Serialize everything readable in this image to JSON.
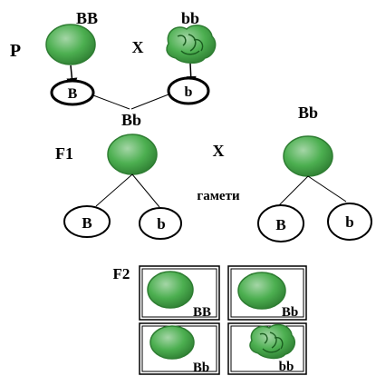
{
  "parents": {
    "generation_label": "P",
    "cross_symbol": "X",
    "left_genotype": "BB",
    "right_genotype": "bb"
  },
  "parent_gametes": {
    "left": "B",
    "right": "b"
  },
  "f1": {
    "generation_label": "F1",
    "cross_symbol": "X",
    "left_genotype": "Bb",
    "right_genotype": "Bb",
    "gametes_caption": "гамети"
  },
  "f1_gametes": {
    "left_1": "B",
    "left_2": "b",
    "right_1": "B",
    "right_2": "b"
  },
  "f2": {
    "generation_label": "F2",
    "cells": [
      {
        "genotype": "BB",
        "seed": "smooth"
      },
      {
        "genotype": "Bb",
        "seed": "smooth"
      },
      {
        "genotype": "Bb",
        "seed": "smooth"
      },
      {
        "genotype": "bb",
        "seed": "wrinkled"
      }
    ]
  },
  "colors": {
    "seed_fill": "#4caf50",
    "seed_dark": "#2e7d32",
    "seed_light": "#a5d6a7",
    "line": "#000000"
  }
}
